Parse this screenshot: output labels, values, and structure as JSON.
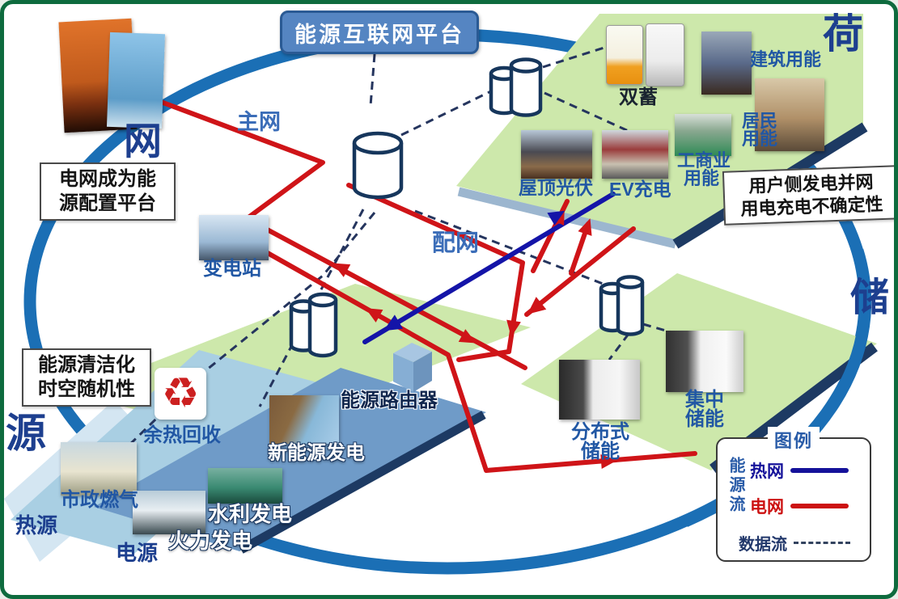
{
  "title": "能源互联网平台",
  "zones": {
    "grid": "网",
    "load": "荷",
    "storage": "储",
    "source": "源"
  },
  "networks": {
    "main_grid": "主网",
    "dist_grid": "配网"
  },
  "callouts": {
    "grid_note": {
      "line1": "电网成为能",
      "line2": "源配置平台"
    },
    "source_note": {
      "line1": "能源清洁化",
      "line2": "时空随机性"
    },
    "load_note": {
      "line1": "用户侧发电并网",
      "line2": "用电充电不确定性"
    }
  },
  "nodes": {
    "substation": "变电站",
    "energy_router": "能源路由器",
    "waste_heat": "余热回收",
    "municipal_gas": "市政燃气",
    "renewable_gen": "新能源发电",
    "hydro_gen": "水利发电",
    "thermal_gen": "火力发电",
    "heat_source": "热源",
    "power_source": "电源",
    "dual_storage": "双蓄",
    "rooftop_pv": "屋顶光伏",
    "ev_charging": "EV充电",
    "industrial_line1": "工商业",
    "industrial_line2": "用能",
    "residential_line1": "居民",
    "residential_line2": "用能",
    "building_energy": "建筑用能",
    "distributed_line1": "分布式",
    "distributed_line2": "储能",
    "centralized_line1": "集中",
    "centralized_line2": "储能"
  },
  "legend": {
    "title": "图例",
    "flow_vertical": "能源流",
    "items": [
      {
        "label": "热网",
        "style": "solid",
        "color": "#15129a"
      },
      {
        "label": "电网",
        "style": "solid",
        "color": "#cc1111"
      },
      {
        "label": "数据流",
        "style": "dashed",
        "color": "#33435f"
      }
    ]
  },
  "icons": {
    "waste_heat_recycle": "♻"
  },
  "colors": {
    "circle_ring": "#1b6fb5",
    "power_grid_line": "#cf1418",
    "heat_network_line": "#1414a8",
    "data_flow_dash": "#25355e",
    "platform_green": "#cde8ab",
    "platform_steel_blue": "#6f9bc8",
    "platform_light_blue": "#a9cfe3",
    "frame_border": "#0e6b3e",
    "title_box": "#5585c2"
  }
}
